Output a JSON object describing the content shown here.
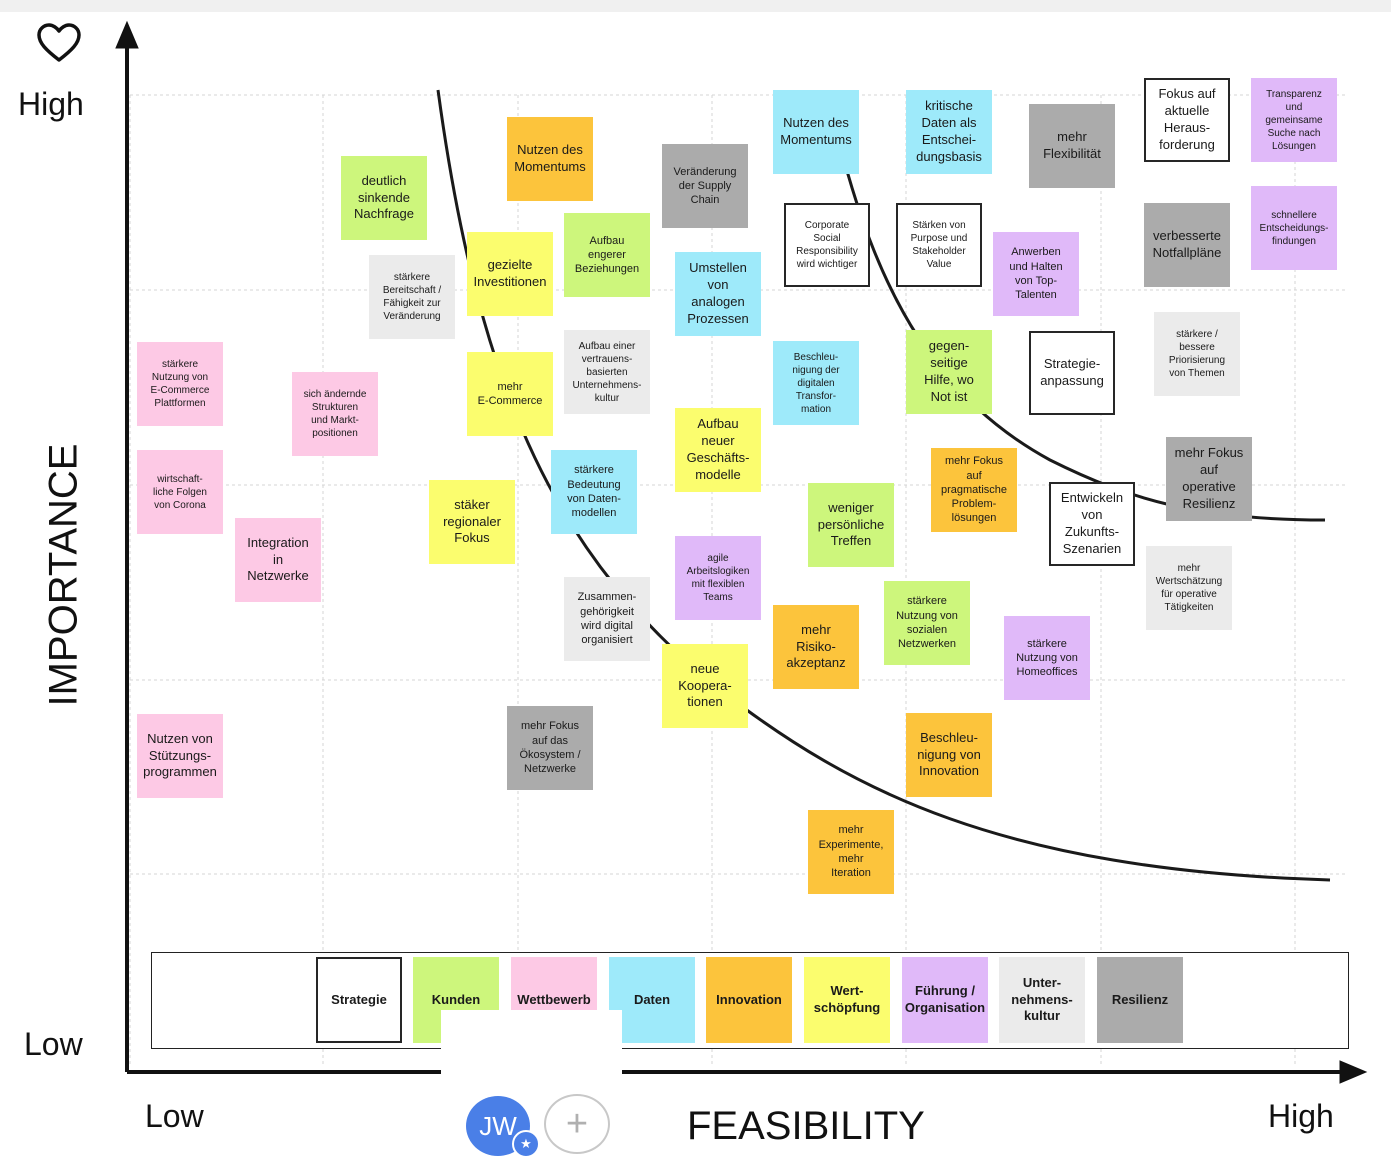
{
  "y_axis": {
    "title": "IMPORTANCE",
    "high": "High",
    "low": "Low"
  },
  "x_axis": {
    "title": "FEASIBILITY",
    "low": "Low",
    "high": "High"
  },
  "icons": {
    "top": "heart-icon"
  },
  "collaborators": {
    "avatar_initials": "JW",
    "add_symbol": "+"
  },
  "colors": {
    "green": "#cdf67c",
    "yellow": "#fbfd6e",
    "orange": "#fcc43c",
    "pink": "#fdc9e5",
    "cyan": "#9eeafa",
    "purple": "#e0b9f9",
    "lightgray": "#ebebeb",
    "darkgray": "#ababab",
    "white": "#ffffff"
  },
  "legend": [
    {
      "label": "Strategie",
      "color": "white"
    },
    {
      "label": "Kunden",
      "color": "green"
    },
    {
      "label": "Wettbewerb",
      "color": "pink"
    },
    {
      "label": "Daten",
      "color": "cyan"
    },
    {
      "label": "Innovation",
      "color": "orange"
    },
    {
      "label": "Wert-\nschöpfung",
      "color": "yellow"
    },
    {
      "label": "Führung /\nOrganisation",
      "color": "purple"
    },
    {
      "label": "Unter-\nnehmens-\nkultur",
      "color": "lightgray"
    },
    {
      "label": "Resilienz",
      "color": "darkgray"
    }
  ],
  "notes": [
    {
      "text": "stärkere\nNutzung von\nE-Commerce\nPlattformen",
      "color": "pink"
    },
    {
      "text": "wirtschaft-\nliche Folgen\nvon Corona",
      "color": "pink"
    },
    {
      "text": "Nutzen von\nStützungs-\nprogrammen",
      "color": "pink"
    },
    {
      "text": "Integration\nin\nNetzwerke",
      "color": "pink"
    },
    {
      "text": "sich ändernde\nStrukturen\nund Markt-\npositionen",
      "color": "pink"
    },
    {
      "text": "deutlich\nsinkende\nNachfrage",
      "color": "green"
    },
    {
      "text": "stärkere\nBereitschaft /\nFähigkeit zur\nVeränderung",
      "color": "lightgray"
    },
    {
      "text": "gezielte\nInvestitionen",
      "color": "yellow"
    },
    {
      "text": "mehr\nE-Commerce",
      "color": "yellow"
    },
    {
      "text": "stäker\nregionaler\nFokus",
      "color": "yellow"
    },
    {
      "text": "Nutzen des\nMomentums",
      "color": "orange"
    },
    {
      "text": "Aufbau\nengerer\nBeziehungen",
      "color": "green"
    },
    {
      "text": "Aufbau einer\nvertrauens-\nbasierten\nUnternehmens-\nkultur",
      "color": "lightgray"
    },
    {
      "text": "stärkere\nBedeutung\nvon Daten-\nmodellen",
      "color": "cyan"
    },
    {
      "text": "Zusammen-\ngehörigkeit\nwird digital\norganisiert",
      "color": "lightgray"
    },
    {
      "text": "mehr Fokus\nauf das\nÖkosystem /\nNetzwerke",
      "color": "darkgray"
    },
    {
      "text": "Veränderung\nder Supply\nChain",
      "color": "darkgray"
    },
    {
      "text": "Umstellen\nvon\nanalogen\nProzessen",
      "color": "cyan"
    },
    {
      "text": "Aufbau\nneuer\nGeschäfts-\nmodelle",
      "color": "yellow"
    },
    {
      "text": "agile\nArbeitslogiken\nmit flexiblen\nTeams",
      "color": "purple"
    },
    {
      "text": "neue\nKoopera-\ntionen",
      "color": "yellow"
    },
    {
      "text": "Nutzen des\nMomentums",
      "color": "cyan"
    },
    {
      "text": "Beschleu-\nnigung der\ndigitalen\nTransfor-\nmation",
      "color": "cyan"
    },
    {
      "text": "mehr\nRisiko-\nakzeptanz",
      "color": "orange"
    },
    {
      "text": "Corporate\nSocial\nResponsibility\nwird wichtiger",
      "color": "white"
    },
    {
      "text": "weniger\npersönliche\nTreffen",
      "color": "green"
    },
    {
      "text": "mehr\nExperimente,\nmehr\nIteration",
      "color": "orange"
    },
    {
      "text": "kritische\nDaten als\nEntschei-\ndungsbasis",
      "color": "cyan"
    },
    {
      "text": "Stärken von\nPurpose und\nStakeholder\nValue",
      "color": "white"
    },
    {
      "text": "gegen-\nseitige\nHilfe, wo\nNot ist",
      "color": "green"
    },
    {
      "text": "mehr Fokus\nauf\npragmatische\nProblem-\nlösungen",
      "color": "orange"
    },
    {
      "text": "stärkere\nNutzung von\nsozialen\nNetzwerken",
      "color": "green"
    },
    {
      "text": "Beschleu-\nnigung von\nInnovation",
      "color": "orange"
    },
    {
      "text": "mehr\nFlexibilität",
      "color": "darkgray"
    },
    {
      "text": "Anwerben\nund Halten\nvon Top-\nTalenten",
      "color": "purple"
    },
    {
      "text": "Strategie-\nanpassung",
      "color": "white"
    },
    {
      "text": "Entwickeln\nvon\nZukunfts-\nSzenarien",
      "color": "white"
    },
    {
      "text": "stärkere\nNutzung von\nHomeoffices",
      "color": "purple"
    },
    {
      "text": "Fokus auf\naktuelle\nHeraus-\nforderung",
      "color": "white"
    },
    {
      "text": "verbesserte\nNotfallpläne",
      "color": "darkgray"
    },
    {
      "text": "stärkere /\nbessere\nPriorisierung\nvon Themen",
      "color": "lightgray"
    },
    {
      "text": "mehr Fokus\nauf\noperative\nResilienz",
      "color": "darkgray"
    },
    {
      "text": "mehr\nWertschätzung\nfür operative\nTätigkeiten",
      "color": "lightgray"
    },
    {
      "text": "Transparenz\nund\ngemeinsame\nSuche nach\nLösungen",
      "color": "purple"
    },
    {
      "text": "schnellere\nEntscheidungs-\nfindungen",
      "color": "purple"
    }
  ]
}
